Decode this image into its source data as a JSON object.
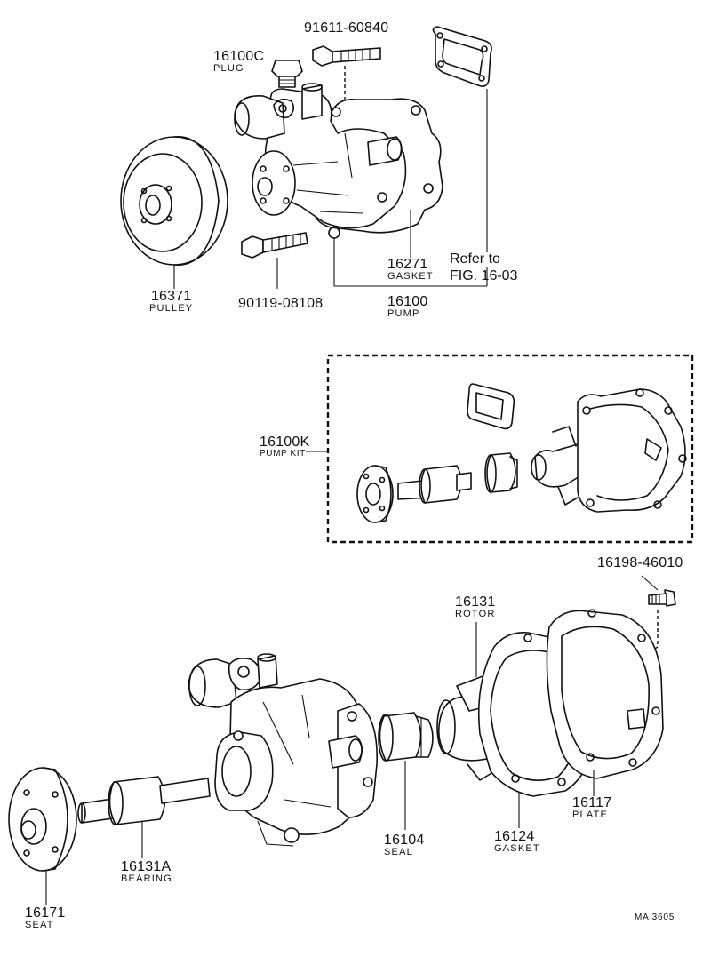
{
  "parts": [
    {
      "id": "plug",
      "number": "16100C",
      "name": "PLUG"
    },
    {
      "id": "bolt-top",
      "number": "91611-60840",
      "name": ""
    },
    {
      "id": "pulley",
      "number": "16371",
      "name": "PULLEY"
    },
    {
      "id": "bolt-bottom",
      "number": "90119-08108",
      "name": ""
    },
    {
      "id": "gasket-top",
      "number": "16271",
      "name": "GASKET"
    },
    {
      "id": "pump",
      "number": "16100",
      "name": "PUMP"
    },
    {
      "id": "pump-kit",
      "number": "16100K",
      "name": "PUMP KIT"
    },
    {
      "id": "screw",
      "number": "16198-46010",
      "name": ""
    },
    {
      "id": "rotor",
      "number": "16131",
      "name": "ROTOR"
    },
    {
      "id": "bearing",
      "number": "16131A",
      "name": "BEARING"
    },
    {
      "id": "seal",
      "number": "16104",
      "name": "SEAL"
    },
    {
      "id": "gasket-bottom",
      "number": "16124",
      "name": "GASKET"
    },
    {
      "id": "plate",
      "number": "16117",
      "name": "PLATE"
    },
    {
      "id": "seat",
      "number": "16171",
      "name": "SEAT"
    }
  ],
  "reference": {
    "line1": "Refer to",
    "line2": "FIG. 16-03"
  },
  "drawing_code": "MA 3605"
}
